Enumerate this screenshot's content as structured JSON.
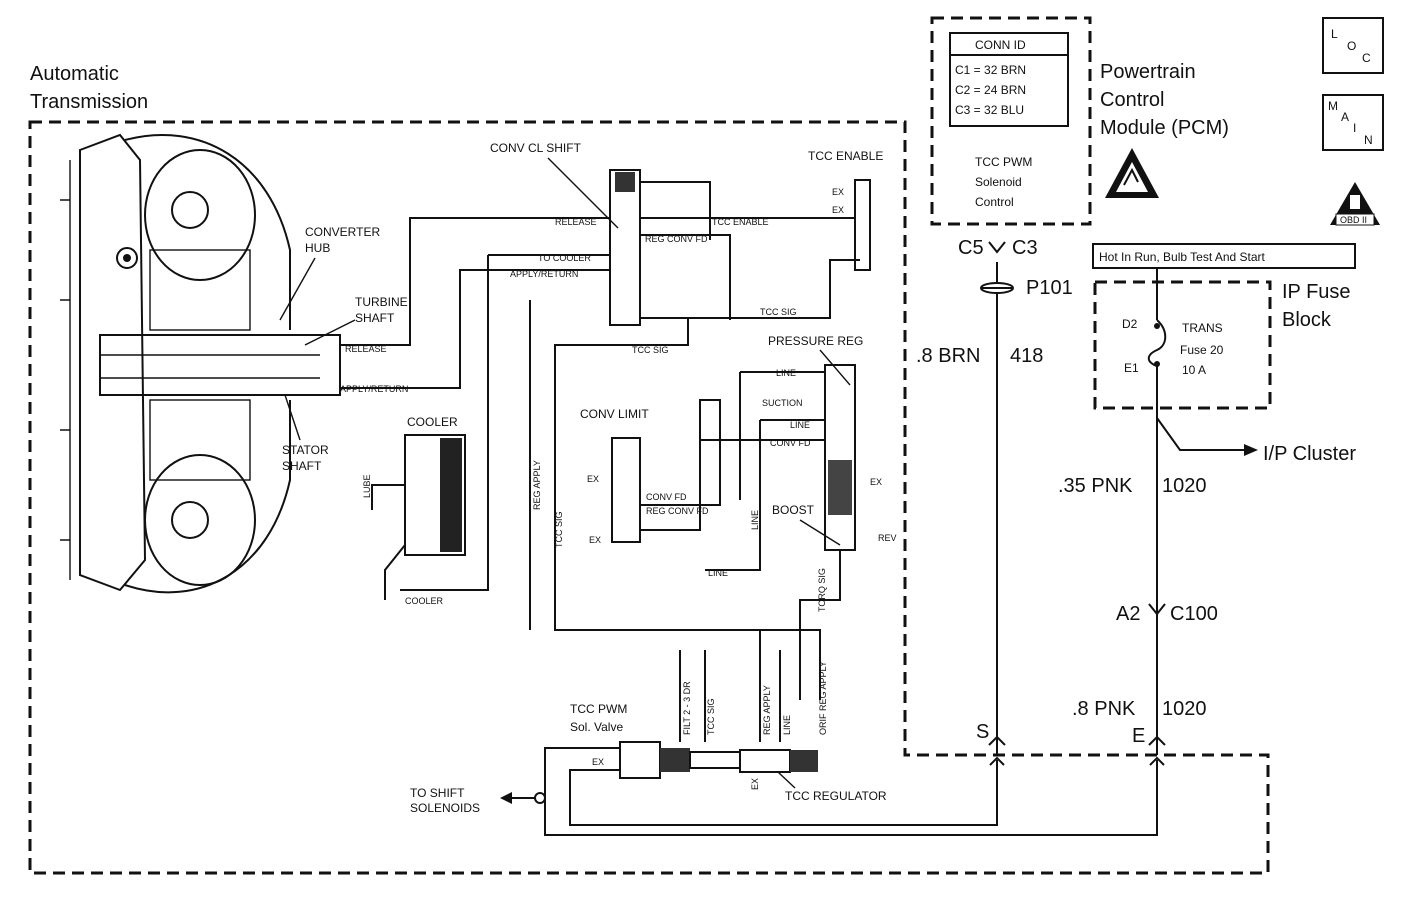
{
  "title": {
    "line1": "Automatic",
    "line2": "Transmission"
  },
  "pcm": {
    "line1": "Powertrain",
    "line2": "Control",
    "line3": "Module (PCM)"
  },
  "conn_id": {
    "header": "CONN ID",
    "rows": [
      "C1 = 32 BRN",
      "C2 = 24 BRN",
      "C3 = 32 BLU"
    ]
  },
  "pcm_inner": {
    "line1": "TCC PWM",
    "line2": "Solenoid",
    "line3": "Control"
  },
  "icons": {
    "loc": [
      "L",
      "O",
      "C"
    ],
    "main": [
      "M",
      "A",
      "I",
      "N"
    ],
    "obd": "OBD II"
  },
  "hot_label": "Hot In Run, Bulb Test And Start",
  "fuse_block": {
    "line1": "IP Fuse",
    "line2": "Block",
    "d2": "D2",
    "e1": "E1",
    "trans": "TRANS",
    "fuse": "Fuse 20",
    "amps": "10 A"
  },
  "ip_cluster": "I/P Cluster",
  "connectors": {
    "c5": "C5",
    "c3": "C3",
    "p101": "P101",
    "a2": "A2",
    "c100": "C100",
    "s": "S",
    "e": "E"
  },
  "wires": {
    "brn_gauge": ".8 BRN",
    "brn_circuit": "418",
    "pnk1_gauge": ".35 PNK",
    "pnk1_circuit": "1020",
    "pnk2_gauge": ".8 PNK",
    "pnk2_circuit": "1020"
  },
  "hydraulic": {
    "conv_cl_shift": "CONV CL SHIFT",
    "tcc_enable": "TCC ENABLE",
    "converter_hub": [
      "CONVERTER",
      "HUB"
    ],
    "turbine_shaft": [
      "TURBINE",
      "SHAFT"
    ],
    "stator_shaft": [
      "STATOR",
      "SHAFT"
    ],
    "release": "RELEASE",
    "apply_return": "APPLY/RETURN",
    "tcc_enable_line": "TCC ENABLE",
    "to_cooler": "TO COOLER",
    "reg_conv_fd": "REG CONV FD",
    "tcc_sig": "TCC SIG",
    "ex": "EX",
    "pressure_reg": "PRESSURE REG",
    "line": "LINE",
    "suction": "SUCTION",
    "conv_fd": "CONV FD",
    "conv_limit": "CONV LIMIT",
    "boost": "BOOST",
    "rev": "REV",
    "cooler": "COOLER",
    "lube": "LUBE",
    "cooler_line": "COOLER",
    "reg_apply": "REG APPLY",
    "torq_sig": "TORQ SIG",
    "filt": "FILT 2 - 3 DR",
    "orif_reg_apply": "ORIF REG APPLY",
    "tcc_pwm_valve": [
      "TCC PWM",
      "Sol. Valve"
    ],
    "to_shift": [
      "TO SHIFT",
      "SOLENOIDS"
    ],
    "tcc_regulator": "TCC REGULATOR"
  }
}
